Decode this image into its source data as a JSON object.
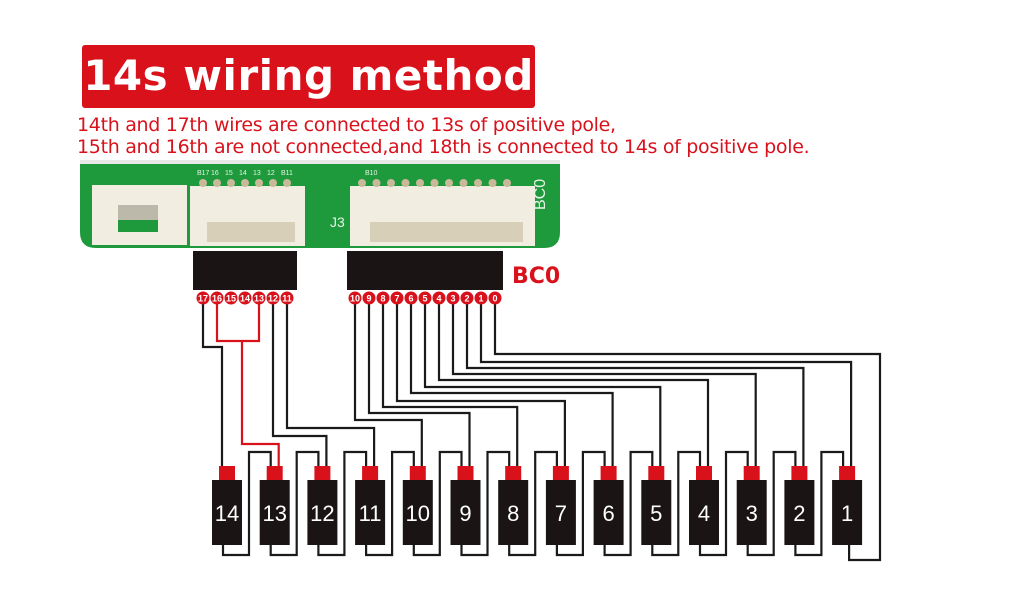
{
  "title": "14s wiring method",
  "description": [
    "14th and 17th wires are connected to 13s of positive pole,",
    "15th and 16th are not connected,and 18th is connected to 14s of positive pole."
  ],
  "board": {
    "connector_label": "J3",
    "board_label": "BC0",
    "silk_left": [
      "B17",
      "16",
      "15",
      "14",
      "13",
      "12",
      "B11"
    ],
    "silk_right": "B10"
  },
  "bc0_label": "BC0",
  "pins_left": [
    "17",
    "16",
    "15",
    "14",
    "13",
    "12",
    "11"
  ],
  "pins_right": [
    "10",
    "9",
    "8",
    "7",
    "6",
    "5",
    "4",
    "3",
    "2",
    "1",
    "0"
  ],
  "cells": [
    "14",
    "13",
    "12",
    "11",
    "10",
    "9",
    "8",
    "7",
    "6",
    "5",
    "4",
    "3",
    "2",
    "1"
  ],
  "colors": {
    "accent": "#d9111b",
    "wire": "#1a1a1a",
    "pcb": "#1e9a3c",
    "cell": "#1a1414"
  }
}
